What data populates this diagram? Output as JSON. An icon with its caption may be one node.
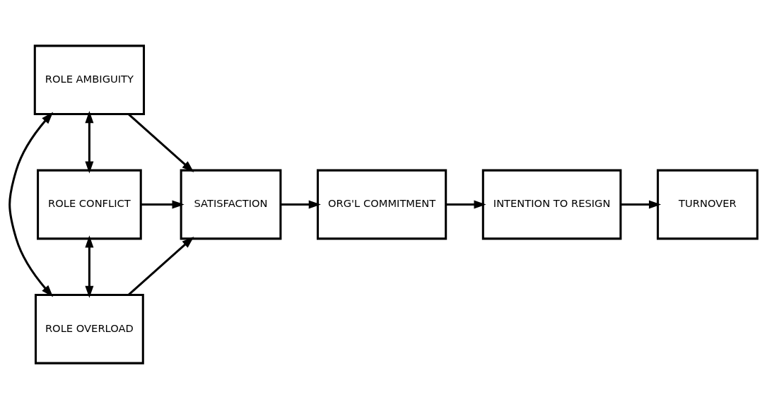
{
  "diagram": {
    "nodes": [
      {
        "text": [
          "ROLE AMBIGUITY"
        ]
      },
      {
        "text": [
          "ROLE CONFLICT"
        ]
      },
      {
        "text": [
          "ROLE OVERLOAD"
        ]
      },
      {
        "text": [
          "SATISFACTION"
        ]
      },
      {
        "text": [
          "ORG'L COMMITMENT"
        ]
      },
      {
        "text": [
          "INTENTION TO RESIGN"
        ]
      },
      {
        "text": [
          "TURNOVER"
        ]
      }
    ],
    "edges": [
      {
        "from": 0,
        "to": 3,
        "arrow": "to"
      },
      {
        "from": 1,
        "to": 3,
        "arrow": "to"
      },
      {
        "from": 2,
        "to": 3,
        "arrow": "to"
      },
      {
        "from": 3,
        "to": 4,
        "arrow": "to"
      },
      {
        "from": 4,
        "to": 5,
        "arrow": "to"
      },
      {
        "from": 5,
        "to": 6,
        "arrow": "to"
      },
      {
        "from": 0,
        "to": 1,
        "arrow": "both"
      },
      {
        "from": 1,
        "to": 2,
        "arrow": "both"
      },
      {
        "from": 0,
        "to": 2,
        "arrow": "both"
      }
    ]
  }
}
